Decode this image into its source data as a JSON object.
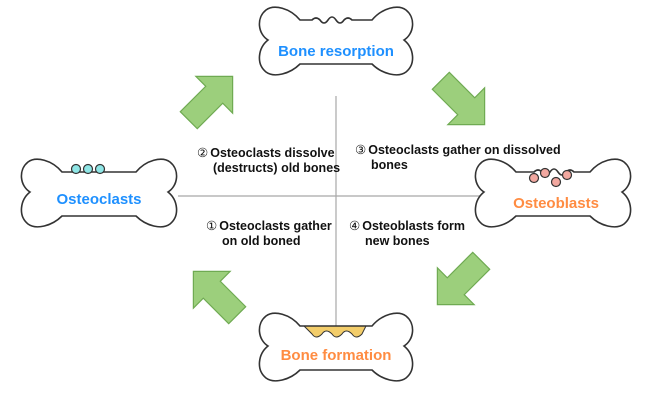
{
  "colors": {
    "bone_fill": "#ffffff",
    "bone_stroke": "#333333",
    "divider": "#a8a8a8",
    "arrow_fill": "#9ccf7c",
    "arrow_stroke": "#6faa52",
    "blue_text": "#1e90ff",
    "orange_text": "#ff8c42",
    "osteoclast_cell": "#8fe6e6",
    "osteoblast_cell": "#f2a8a0",
    "new_bone": "#f3cd6a"
  },
  "bones": {
    "resorption": {
      "label": "Bone resorption",
      "color": "blue"
    },
    "osteoclasts": {
      "label": "Osteoclasts",
      "color": "blue"
    },
    "osteoblasts": {
      "label": "Osteoblasts",
      "color": "orange"
    },
    "formation": {
      "label": "Bone formation",
      "color": "orange"
    }
  },
  "steps": {
    "s1": {
      "num": "①",
      "line1": "Osteoclasts gather",
      "line2": "on old boned"
    },
    "s2": {
      "num": "②",
      "line1": "Osteoclasts dissolve",
      "line2": "(destructs) old bones"
    },
    "s3": {
      "num": "③",
      "line1": "Osteoclasts gather on dissolved",
      "line2": "bones"
    },
    "s4": {
      "num": "④",
      "line1": "Osteoblasts form",
      "line2": "new bones"
    }
  },
  "arrows": [
    "up-right",
    "down-right",
    "down-left",
    "up-left"
  ]
}
